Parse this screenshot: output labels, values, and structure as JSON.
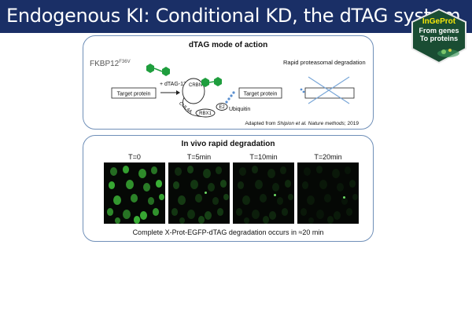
{
  "slide": {
    "title": "Endogenous KI: Conditional KD, the dTAG system"
  },
  "logo": {
    "name": "InGeProt",
    "line2": "From genes",
    "line3": "To proteins"
  },
  "mode_of_action": {
    "title": "dTAG mode of action",
    "fkbp_label": "FKBP12",
    "fkbp_sup": "F36V",
    "target_protein_1": "Target protein",
    "dtag_label": "+ dTAG-13",
    "crbn": "CRBN",
    "cul4a": "CUL4A",
    "rbx1": "RBX1",
    "e2": "E2",
    "ubiquitin": "Ubiquitin",
    "target_protein_2": "Target protein",
    "degradation_label": "Rapid proteasomal degradation",
    "citation_prefix": "Adapted from ",
    "citation_italic": "Shipion et al. Nature methods",
    "citation_suffix": "; 2019"
  },
  "in_vivo": {
    "title": "In vivo rapid degradation",
    "timepoints": [
      {
        "label": "T=0",
        "intensity": 1.0
      },
      {
        "label": "T=5min",
        "intensity": 0.35
      },
      {
        "label": "T=10min",
        "intensity": 0.2
      },
      {
        "label": "T=20min",
        "intensity": 0.12
      }
    ],
    "caption": "Complete X-Prot-EGFP-dTAG degradation occurs in ≈20 min"
  },
  "colors": {
    "title_bar": "#1a2f66",
    "panel_border": "#6f8fb8",
    "fkbp": "#b0128f",
    "dtag_molecule": "#1f9e3e",
    "fluorescence": "#3fbf3a"
  }
}
